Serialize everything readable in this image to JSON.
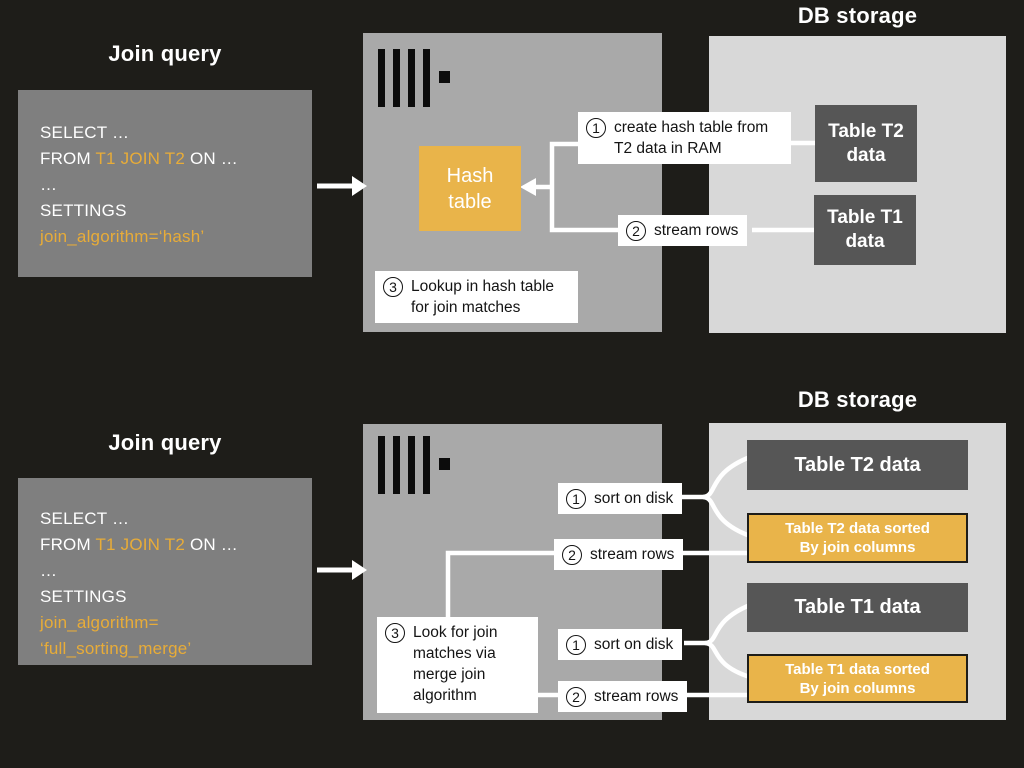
{
  "titles": {
    "join_query_top": "Join query",
    "db_storage_top": "DB storage",
    "join_query_bottom": "Join query",
    "db_storage_bottom": "DB storage"
  },
  "colors": {
    "background": "#1e1d19",
    "query_box": "#7f7f7f",
    "server_box": "#a9a9a9",
    "db_box": "#d8d8d8",
    "table_box_dark": "#565656",
    "accent_orange": "#e9b44a",
    "code_orange": "#e8ac38",
    "connector": "#ffffff"
  },
  "icons": {
    "server": "clickhouse-server-icon"
  },
  "top_query": {
    "l1": "SELECT …",
    "l2a": "FROM ",
    "l2b": "T1 JOIN T2",
    "l2c": " ON …",
    "l3": "…",
    "l4": "SETTINGS",
    "l5": "join_algorithm=‘hash’"
  },
  "bottom_query": {
    "l1": "SELECT …",
    "l2a": "FROM ",
    "l2b": "T1 JOIN T2",
    "l2c": " ON …",
    "l3": "…",
    "l4": "SETTINGS",
    "l5": "join_algorithm=",
    "l6": "‘full_sorting_merge’"
  },
  "top_diagram": {
    "hash_table": "Hash\ntable",
    "table_t2": "Table T2\ndata",
    "table_t1": "Table T1\ndata",
    "step1": {
      "num": "1",
      "text": "create hash table from\nT2 data in RAM"
    },
    "step2": {
      "num": "2",
      "text": "stream rows"
    },
    "step3": {
      "num": "3",
      "text": "Lookup in hash table\nfor join matches"
    }
  },
  "bottom_diagram": {
    "table_t2": "Table T2 data",
    "table_t2_sorted": "Table T2 data sorted\nBy join columns",
    "table_t1": "Table T1 data",
    "table_t1_sorted": "Table T1 data sorted\nBy join columns",
    "t2_step1": {
      "num": "1",
      "text": "sort on disk"
    },
    "t2_step2": {
      "num": "2",
      "text": "stream rows"
    },
    "t1_step1": {
      "num": "1",
      "text": "sort on disk"
    },
    "t1_step2": {
      "num": "2",
      "text": "stream rows"
    },
    "step3": {
      "num": "3",
      "text": "Look for join\nmatches via\nmerge join\nalgorithm"
    }
  }
}
